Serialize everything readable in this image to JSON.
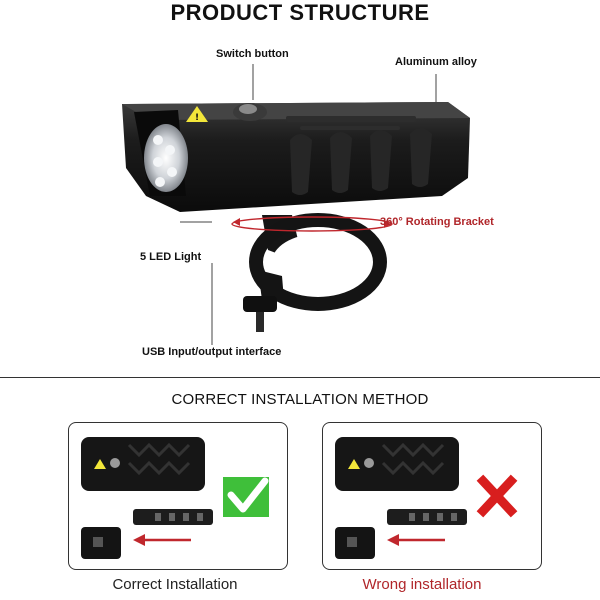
{
  "header": {
    "title": "PRODUCT STRUCTURE"
  },
  "callouts": {
    "switch_button": "Switch button",
    "aluminum_alloy": "Aluminum alloy",
    "rotating_bracket": "360° Rotating Bracket",
    "led_light": "5 LED Light",
    "usb_interface": "USB Input/output interface"
  },
  "installation": {
    "title": "CORRECT INSTALLATION METHOD",
    "correct_caption": "Correct Installation",
    "wrong_caption": "Wrong installation"
  },
  "colors": {
    "check": "#3fbf3a",
    "cross": "#d81e1e",
    "arrow": "#c0272d",
    "warning_caption": "#b0262a"
  },
  "icons": [
    "check-icon",
    "cross-icon",
    "warning-triangle-icon",
    "arrow-left-icon"
  ]
}
